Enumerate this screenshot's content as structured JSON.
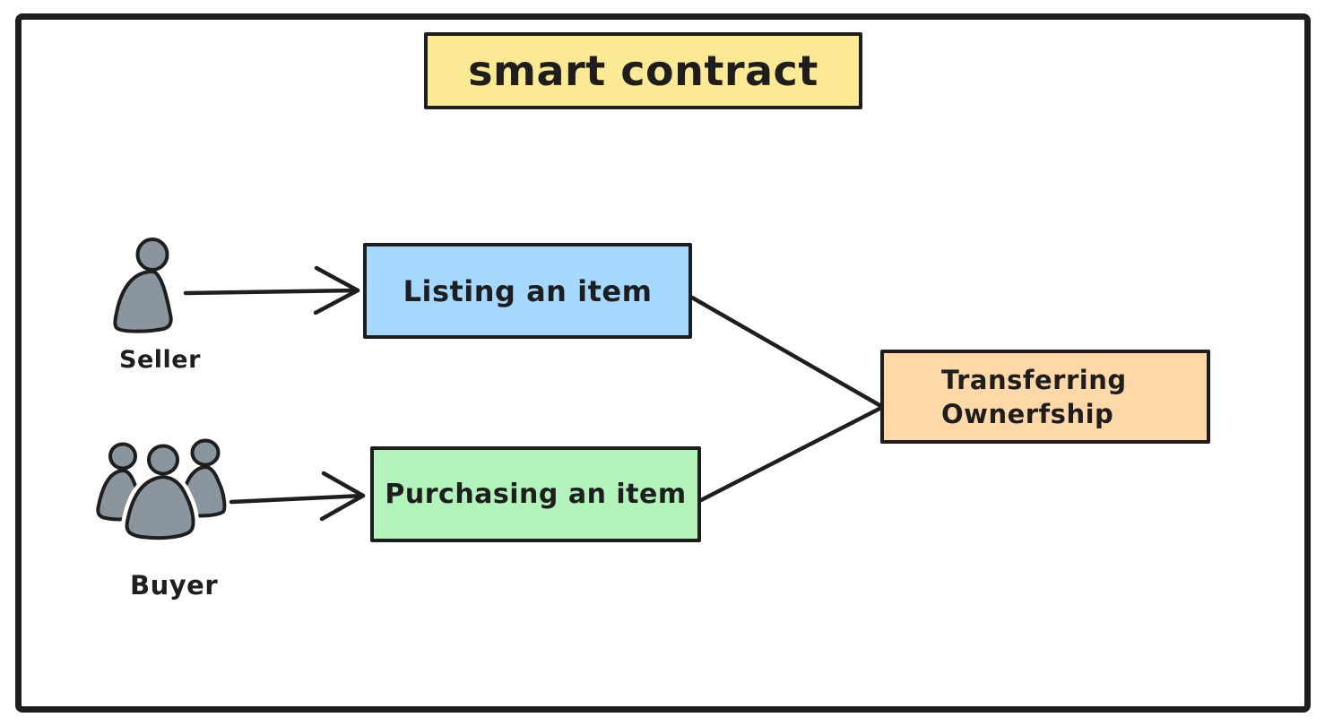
{
  "diagram": {
    "title": {
      "label": "smart contract"
    },
    "actors": [
      {
        "id": "seller",
        "label": "Seller",
        "icon": "person-icon"
      },
      {
        "id": "buyer",
        "label": "Buyer",
        "icon": "people-group-icon"
      }
    ],
    "nodes": [
      {
        "id": "listing",
        "label": "Listing an item"
      },
      {
        "id": "purchasing",
        "label": "Purchasing an item"
      },
      {
        "id": "transferring",
        "lines": [
          "Transferring",
          "Ownerfship"
        ]
      }
    ],
    "edges": [
      {
        "from": "seller",
        "to": "listing",
        "type": "arrow"
      },
      {
        "from": "buyer",
        "to": "purchasing",
        "type": "arrow"
      },
      {
        "from": "listing",
        "to": "transferring",
        "type": "line"
      },
      {
        "from": "purchasing",
        "to": "transferring",
        "type": "line"
      }
    ],
    "colors": {
      "background": "#ffffff",
      "stroke": "#1e1e1e",
      "title_fill": "#fce993",
      "listing_fill": "#a5d8ff",
      "purchasing_fill": "#b2f2bb",
      "transferring_fill": "#ffd8a8",
      "actor_fill": "#8b959d"
    }
  }
}
